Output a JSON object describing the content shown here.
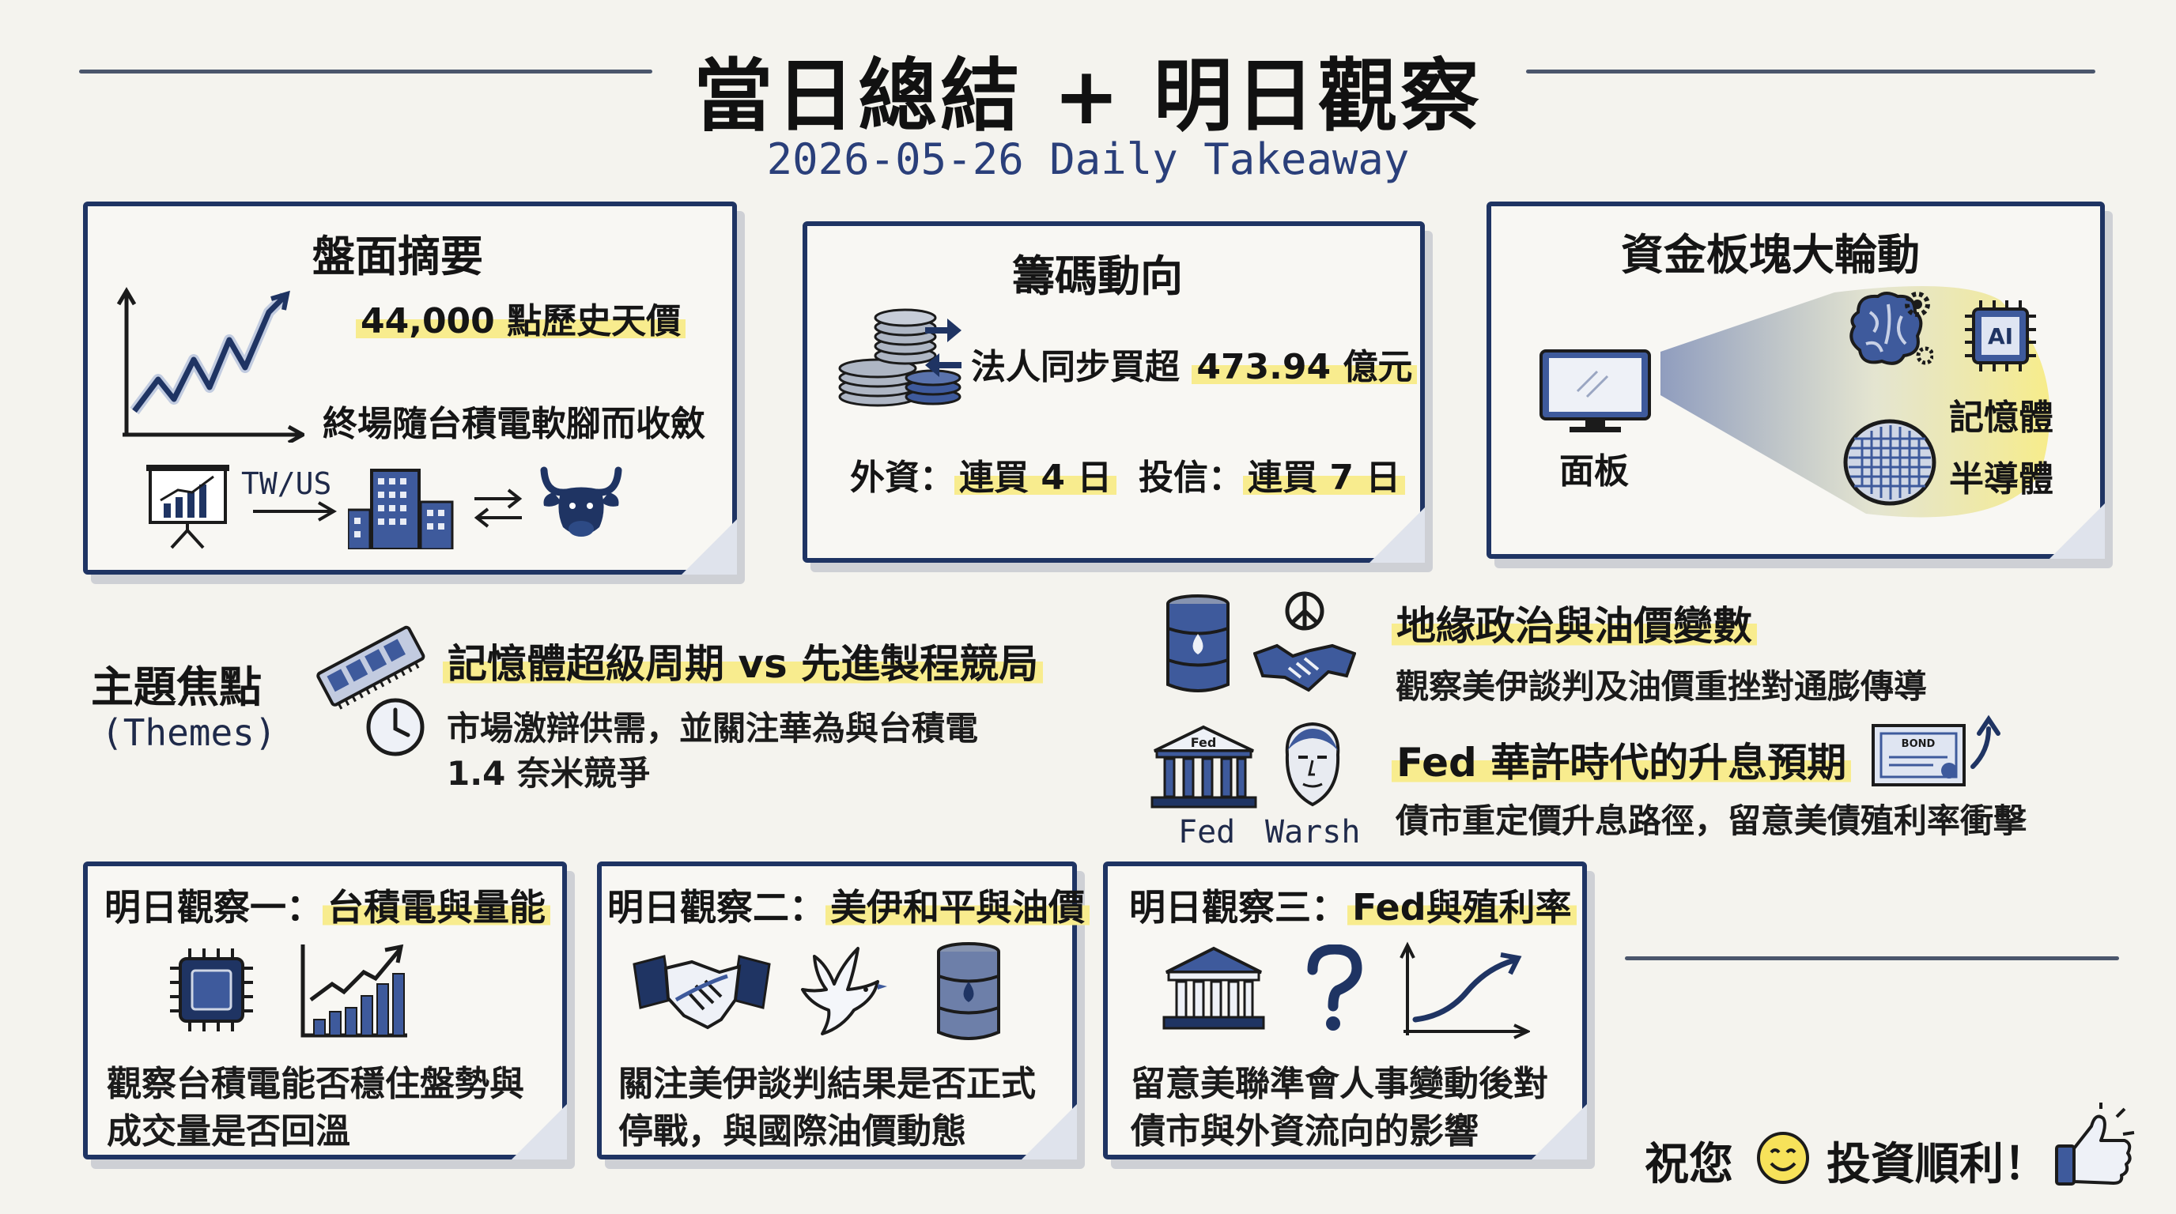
{
  "header": {
    "title": "當日總結 + 明日觀察",
    "subtitle": "2026-05-26 Daily Takeaway"
  },
  "summary": {
    "heading": "盤面摘要",
    "record": "44,000 點歷史天價",
    "close": "終場隨台積電軟腳而收斂",
    "tw_us": "TW/US"
  },
  "chips": {
    "heading": "籌碼動向",
    "institutional_prefix": "法人同步買超 ",
    "institutional_amount": "473.94 億元",
    "foreign_label": "外資：",
    "foreign_value": "連買 4 日",
    "trust_label": "投信：",
    "trust_value": "連買 7 日"
  },
  "rotation": {
    "heading": "資金板塊大輪動",
    "from_label": "面板",
    "to_memory": "記憶體",
    "to_semis": "半導體",
    "ai_chip_text": "AI"
  },
  "themes": {
    "label": "主題焦點",
    "label_en": "(Themes)",
    "theme1_title": "記憶體超級周期 vs 先進製程競局",
    "theme1_line1": "市場激辯供需，並關注華為與台積電",
    "theme1_line2": "1.4 奈米競爭",
    "theme2_title": "地緣政治與油價變數",
    "theme2_desc": "觀察美伊談判及油價重挫對通膨傳導",
    "theme3_title": "Fed 華許時代的升息預期",
    "theme3_desc": "債市重定價升息路徑，留意美債殖利率衝擊",
    "fed_label": "Fed",
    "warsh_label": "Warsh",
    "fed_building_text": "Fed",
    "bond_text": "BOND"
  },
  "watch1": {
    "prefix": "明日觀察一：",
    "topic": "台積電與量能",
    "line1": "觀察台積電能否穩住盤勢與",
    "line2": "成交量是否回溫"
  },
  "watch2": {
    "prefix": "明日觀察二：",
    "topic": "美伊和平與油價",
    "line1": "關注美伊談判結果是否正式",
    "line2": "停戰，與國際油價動態"
  },
  "watch3": {
    "prefix": "明日觀察三：",
    "topic": "Fed與殖利率",
    "line1": "留意美聯準會人事變動後對",
    "line2": "債市與外資流向的影響"
  },
  "footer": {
    "wish_part1": "祝您",
    "wish_part2": "投資順利！"
  },
  "colors": {
    "ink": "#1f3463",
    "highlight": "#f8ec8e",
    "accent": "#3e5a9c"
  }
}
